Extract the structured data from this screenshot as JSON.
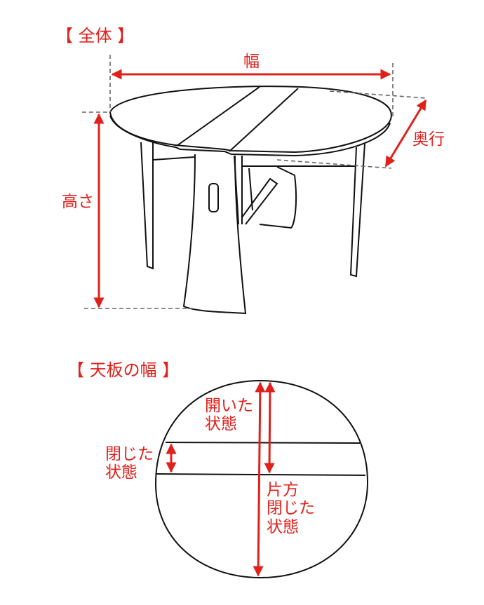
{
  "colors": {
    "accent": "#e0201b",
    "line": "#111111",
    "dashed": "#666666",
    "background": "#ffffff"
  },
  "section_overall": {
    "heading": "【 全体 】",
    "dimension_labels": {
      "width": "幅",
      "depth": "奥行",
      "height": "高さ"
    }
  },
  "section_top_width": {
    "heading": "【 天板の幅 】",
    "labels": {
      "opened": "開いた\n状態",
      "closed": "閉じた\n状態",
      "one_side_closed": "片方\n閉じた\n状態"
    }
  }
}
